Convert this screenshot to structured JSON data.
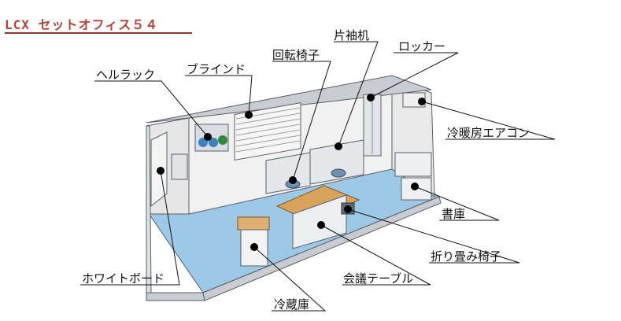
{
  "title": "LCX セットオフィス５４",
  "colors": {
    "title": "#b0443a",
    "floor": "#9cc9e6",
    "wall": "#efefef",
    "frame": "#c9ccd0",
    "outline": "#5a5f66",
    "leader": "#111111",
    "rule": "#8a3a2a"
  },
  "labels": {
    "helmet_rack": "ヘルラック",
    "blind": "ブラインド",
    "swivel_chair": "回転椅子",
    "single_desk": "片袖机",
    "locker": "ロッカー",
    "aircon": "冷暖房エアコン",
    "bookcase": "書庫",
    "folding_chair": "折り畳み椅子",
    "meeting_table": "会議テーブル",
    "whiteboard": "ホワイトボード",
    "fridge": "冷蔵庫"
  }
}
